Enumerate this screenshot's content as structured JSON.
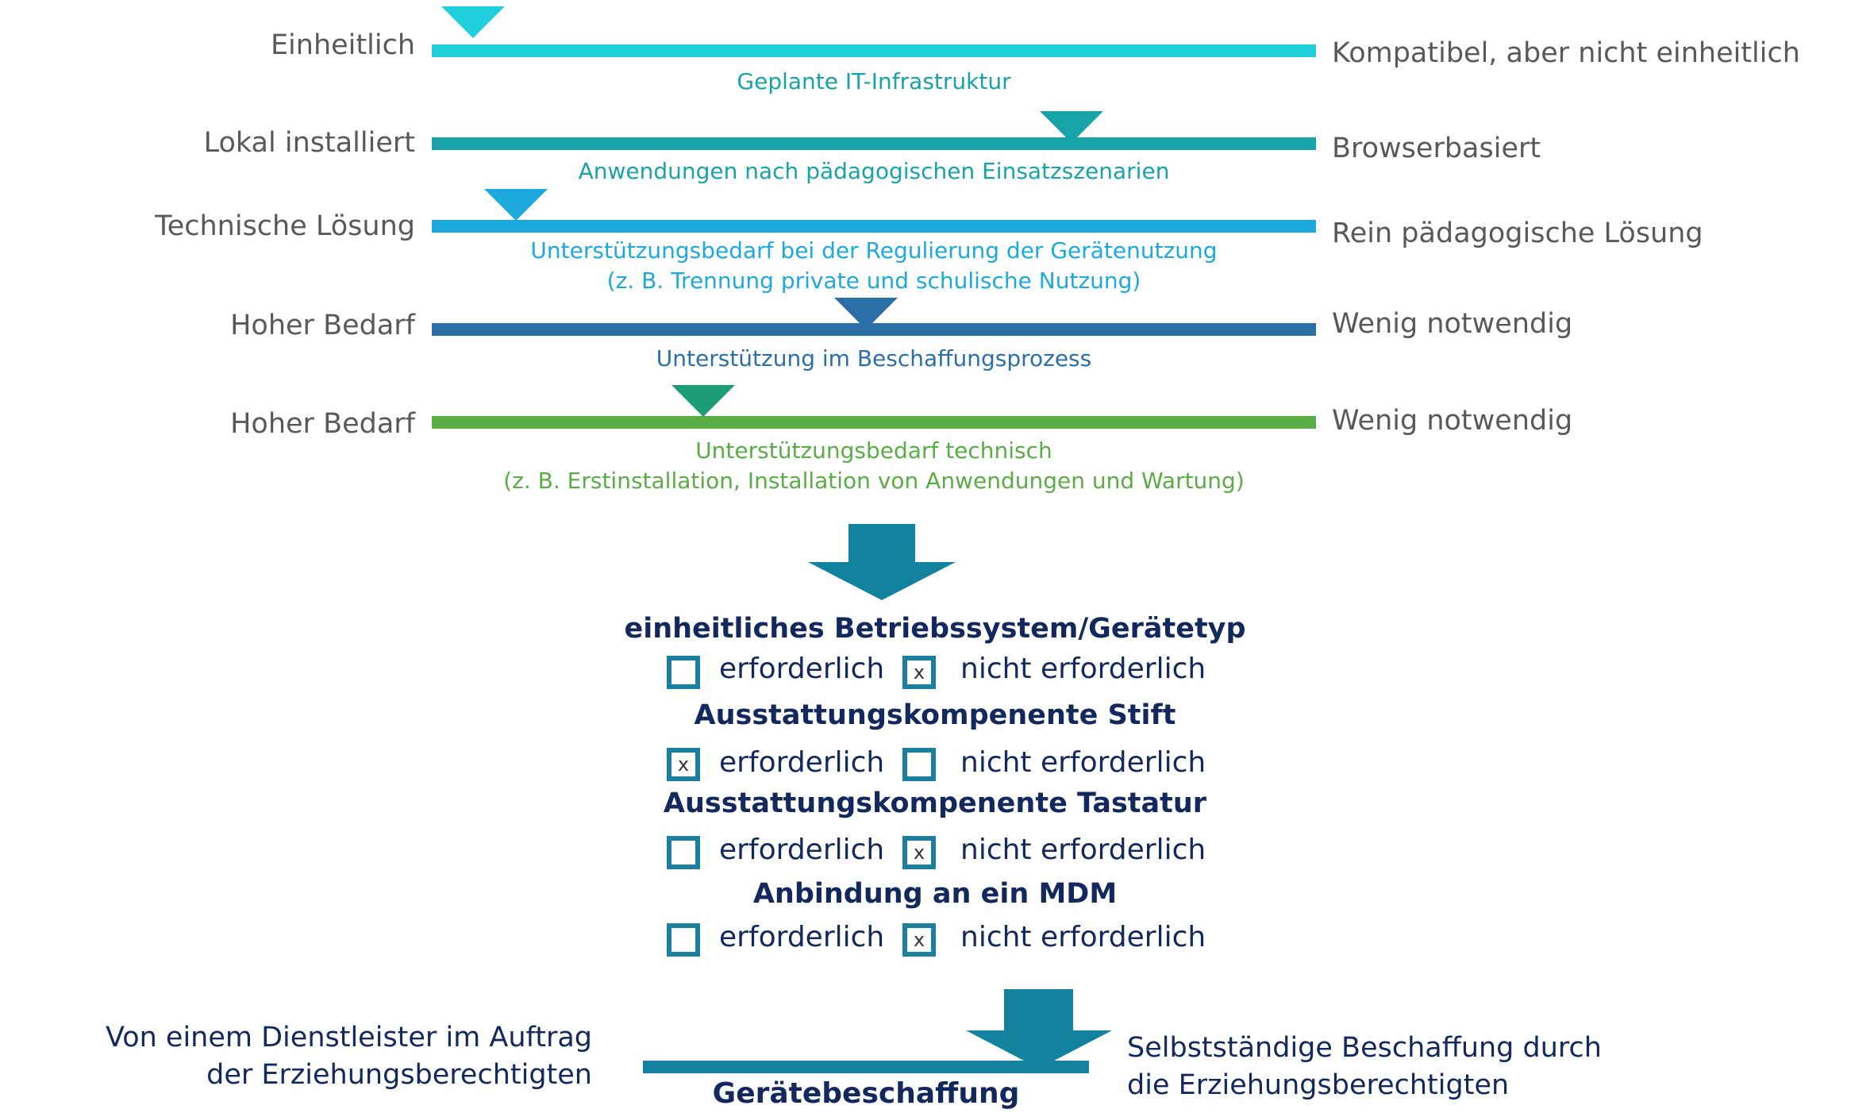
{
  "colors": {
    "cyan": "#1fd0dc",
    "teal": "#18a3a8",
    "lightblue": "#1ca9dd",
    "blue": "#2b6fa9",
    "green": "#5aac44",
    "green_triangle": "#1d9c78",
    "navy": "#13295e",
    "arrow": "#13829f",
    "checkbox": "#1b7fa0",
    "gray": "#595959"
  },
  "scales": [
    {
      "left": "Einheitlich",
      "right": "Kompatibel, aber nicht einheitlich",
      "caption": [
        "Geplante IT-Infrastruktur"
      ],
      "position": 0.05
    },
    {
      "left": "Lokal installiert",
      "right": "Browserbasiert",
      "caption": [
        "Anwendungen nach pädagogischen Einsatzszenarien"
      ],
      "position": 0.77
    },
    {
      "left": "Technische Lösung",
      "right": "Rein pädagogische Lösung",
      "caption": [
        "Unterstützungsbedarf bei der Regulierung der Gerätenutzung",
        "(z. B. Trennung private und schulische Nutzung)"
      ],
      "position": 0.1
    },
    {
      "left": "Hoher Bedarf",
      "right": "Wenig notwendig",
      "caption": [
        "Unterstützung im Beschaffungsprozess"
      ],
      "position": 0.49
    },
    {
      "left": "Hoher Bedarf",
      "right": "Wenig notwendig",
      "caption": [
        "Unterstützungsbedarf technisch",
        "(z. B. Erstinstallation, Installation von Anwendungen und Wartung)"
      ],
      "position": 0.31
    }
  ],
  "requirements": [
    {
      "heading": "einheitliches Betriebssystem/Gerätetyp",
      "option_required": "erforderlich",
      "option_not_required": "nicht erforderlich",
      "required_checked": false,
      "not_required_checked": true,
      "mark": "x"
    },
    {
      "heading": "Ausstattungskompenente Stift",
      "option_required": "erforderlich",
      "option_not_required": "nicht erforderlich",
      "required_checked": true,
      "not_required_checked": false,
      "mark": "x"
    },
    {
      "heading": "Ausstattungskompenente Tastatur",
      "option_required": "erforderlich",
      "option_not_required": "nicht erforderlich",
      "required_checked": false,
      "not_required_checked": true,
      "mark": "x"
    },
    {
      "heading": "Anbindung an ein MDM",
      "option_required": "erforderlich",
      "option_not_required": "nicht erforderlich",
      "required_checked": false,
      "not_required_checked": true,
      "mark": "x"
    }
  ],
  "procurement": {
    "left_line1": "Von einem Dienstleister im Auftrag",
    "left_line2": "der Erziehungsberechtigten",
    "right_line1": "Selbstständige Beschaffung durch",
    "right_line2": "die Erziehungsberechtigten",
    "label": "Gerätebeschaffung",
    "position": 0.9
  }
}
